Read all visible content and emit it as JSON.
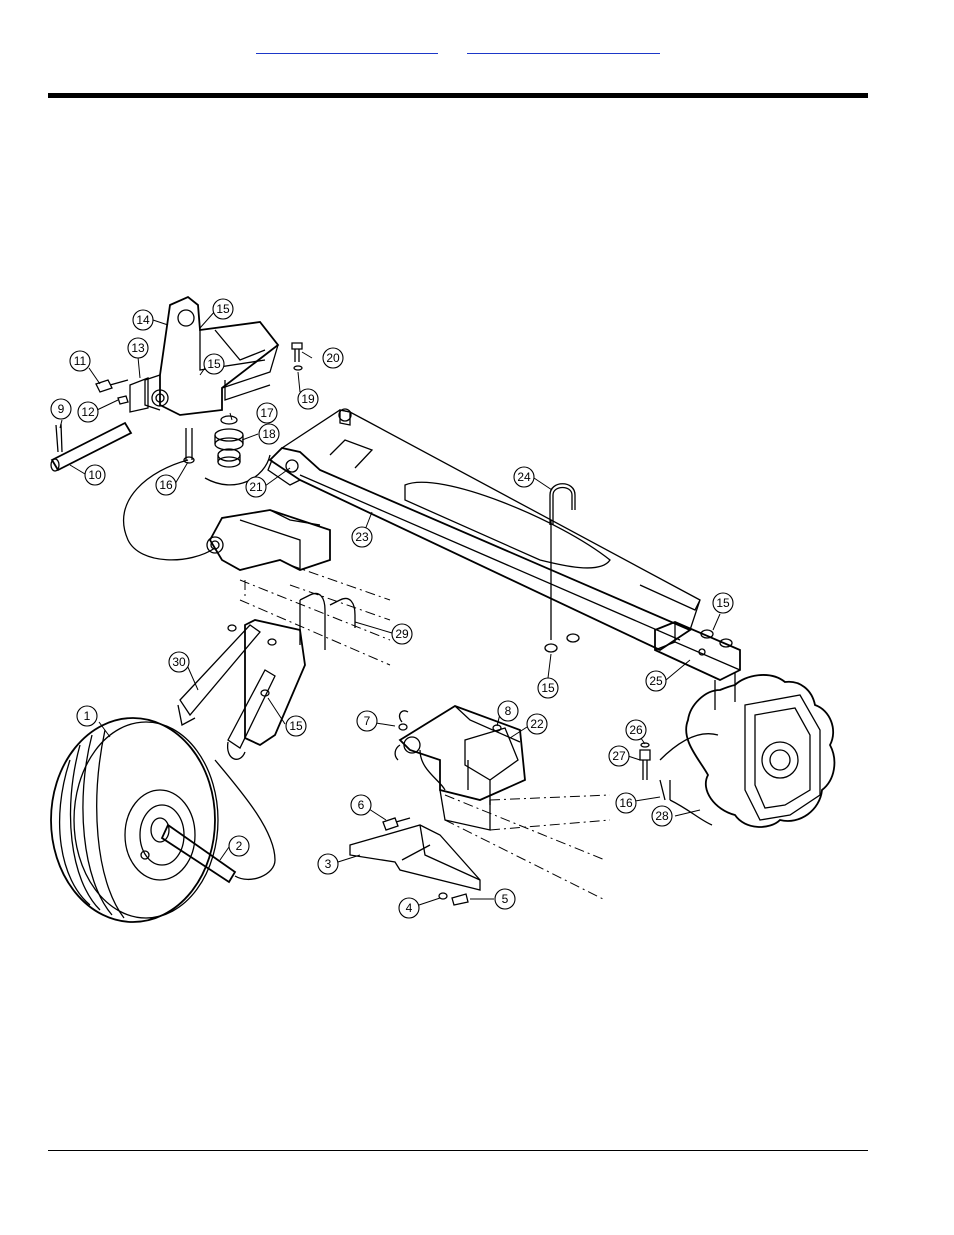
{
  "header": {
    "links": [
      {
        "id": "link-1",
        "text": ""
      },
      {
        "id": "link-2",
        "text": ""
      }
    ]
  },
  "diagram": {
    "callouts": [
      {
        "id": "c1",
        "label": "1"
      },
      {
        "id": "c2",
        "label": "2"
      },
      {
        "id": "c3",
        "label": "3"
      },
      {
        "id": "c4",
        "label": "4"
      },
      {
        "id": "c5",
        "label": "5"
      },
      {
        "id": "c6",
        "label": "6"
      },
      {
        "id": "c7",
        "label": "7"
      },
      {
        "id": "c8",
        "label": "8"
      },
      {
        "id": "c9",
        "label": "9"
      },
      {
        "id": "c10",
        "label": "10"
      },
      {
        "id": "c11",
        "label": "11"
      },
      {
        "id": "c12",
        "label": "12"
      },
      {
        "id": "c13",
        "label": "13"
      },
      {
        "id": "c14",
        "label": "14"
      },
      {
        "id": "c15a",
        "label": "15"
      },
      {
        "id": "c15b",
        "label": "15"
      },
      {
        "id": "c15c",
        "label": "15"
      },
      {
        "id": "c15d",
        "label": "15"
      },
      {
        "id": "c15e",
        "label": "15"
      },
      {
        "id": "c16a",
        "label": "16"
      },
      {
        "id": "c16b",
        "label": "16"
      },
      {
        "id": "c17",
        "label": "17"
      },
      {
        "id": "c18",
        "label": "18"
      },
      {
        "id": "c19",
        "label": "19"
      },
      {
        "id": "c20",
        "label": "20"
      },
      {
        "id": "c21",
        "label": "21"
      },
      {
        "id": "c22",
        "label": "22"
      },
      {
        "id": "c23",
        "label": "23"
      },
      {
        "id": "c24",
        "label": "24"
      },
      {
        "id": "c25",
        "label": "25"
      },
      {
        "id": "c26",
        "label": "26"
      },
      {
        "id": "c27",
        "label": "27"
      },
      {
        "id": "c28",
        "label": "28"
      },
      {
        "id": "c29",
        "label": "29"
      },
      {
        "id": "c30",
        "label": "30"
      }
    ]
  }
}
